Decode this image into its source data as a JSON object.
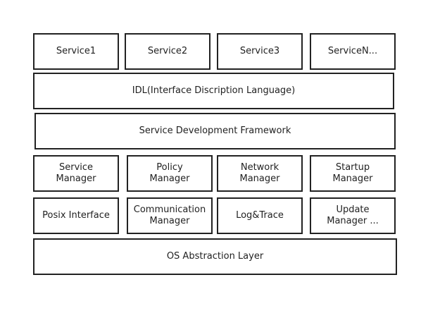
{
  "services": {
    "service1": "Service1",
    "service2": "Service2",
    "service3": "Service3",
    "serviceN": "ServiceN..."
  },
  "idl": "IDL(Interface Discription Language)",
  "sdf": "Service Development Framework",
  "managers": {
    "service_manager": "Service\nManager",
    "policy_manager": "Policy\nManager",
    "network_manager": "Network\nManager",
    "startup_manager": "Startup\nManager"
  },
  "system": {
    "posix": "Posix Interface",
    "communication_manager": "Communication\nManager",
    "log_trace": "Log&Trace",
    "update_manager": "Update\nManager ..."
  },
  "osal": "OS Abstraction Layer"
}
